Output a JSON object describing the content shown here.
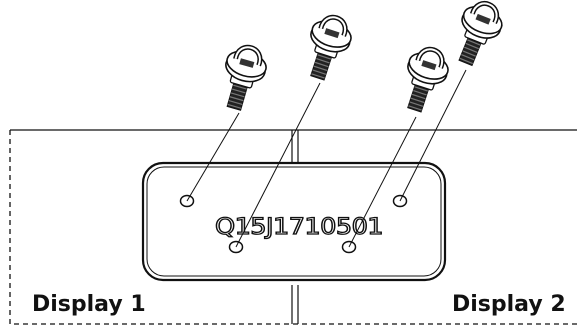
{
  "diagram": {
    "plate_code": "Q15J1710501",
    "displays": [
      {
        "label": "Display 1"
      },
      {
        "label": "Display 2"
      }
    ],
    "screw_count": 4,
    "hole_count": 4
  }
}
